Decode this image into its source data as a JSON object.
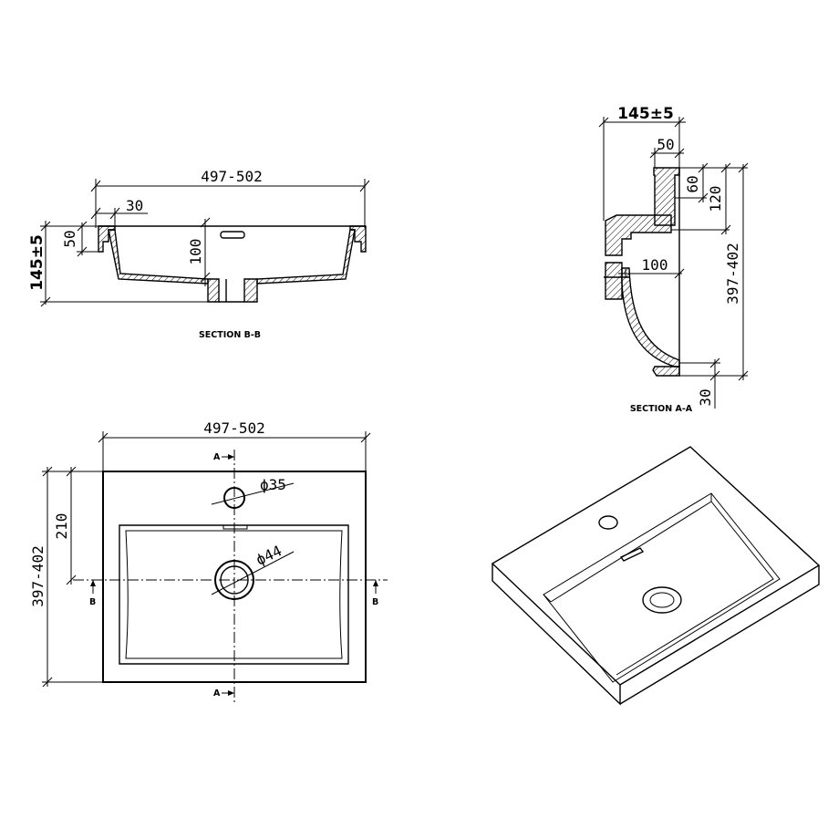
{
  "section_bb": {
    "title": "SECTION B-B",
    "width_dim": "497-502",
    "rim_dim": "30",
    "depth_dim": "50",
    "inner_dim": "100",
    "height_dim": "145±5"
  },
  "section_aa": {
    "title": "SECTION A-A",
    "height_dim": "145±5",
    "top_dim": "50",
    "dim_60": "60",
    "dim_120": "120",
    "dim_100": "100",
    "length_dim": "397-402",
    "bottom_dim": "30"
  },
  "plan": {
    "width_dim": "497-502",
    "length_dim": "397-402",
    "offset_dim": "210",
    "tap_hole_dim": "ϕ35",
    "drain_dim": "ϕ44",
    "marker_a_top": "A",
    "marker_a_bottom": "A",
    "marker_b_left": "B",
    "marker_b_right": "B"
  }
}
